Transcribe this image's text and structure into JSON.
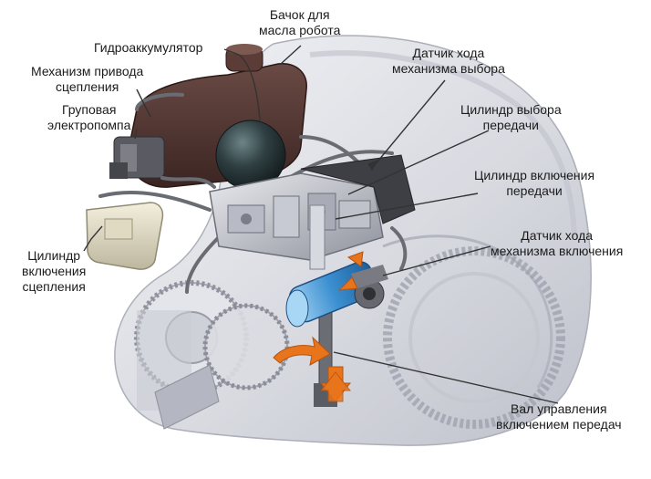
{
  "colors": {
    "background": "#ffffff",
    "text": "#1b1b1b",
    "leader": "#333333",
    "housing": "#dcdde2",
    "housing_edge": "#a6a8b4",
    "reservoir": "#4a2f2b",
    "accumulator": "#273436",
    "cylinder_blue": "#3e8fce",
    "arrow_orange": "#e8741c",
    "pump_gray": "#55565c"
  },
  "labels": [
    {
      "id": "oil-tank",
      "lines": [
        "Бачок для",
        "масла робота"
      ]
    },
    {
      "id": "hydro-accumulator",
      "lines": [
        "Гидроаккумулятор"
      ]
    },
    {
      "id": "clutch-drive",
      "lines": [
        "Механизм привода",
        "сцепления"
      ]
    },
    {
      "id": "electro-pump",
      "lines": [
        "Груповая",
        "электропомпа"
      ]
    },
    {
      "id": "select-travel-sensor",
      "lines": [
        "Датчик хода",
        "механизма выбора"
      ]
    },
    {
      "id": "select-cylinder",
      "lines": [
        "Цилиндр выбора",
        "передачи"
      ]
    },
    {
      "id": "engage-cylinder",
      "lines": [
        "Цилиндр включения",
        "передачи"
      ]
    },
    {
      "id": "engage-travel-sensor",
      "lines": [
        "Датчик хода",
        "механизма включения"
      ]
    },
    {
      "id": "clutch-cylinder",
      "lines": [
        "Цилиндр",
        "включения",
        "сцепления"
      ]
    },
    {
      "id": "shift-shaft",
      "lines": [
        "Вал управления",
        "включением передач"
      ]
    }
  ]
}
